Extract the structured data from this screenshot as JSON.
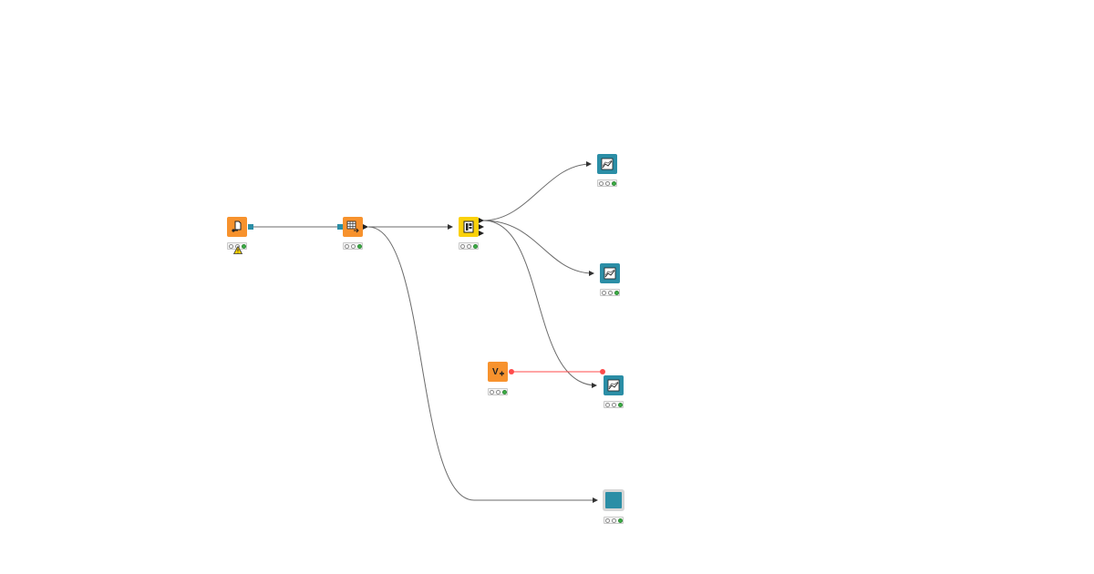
{
  "workflow": {
    "nodes": [
      {
        "id": "node-reader",
        "category": "source",
        "color": "#f7922d",
        "icon": "file-reader-icon",
        "status": "executed",
        "warning": true
      },
      {
        "id": "node-table-manipulator",
        "category": "manipulator",
        "color": "#f7922d",
        "icon": "table-grid-icon",
        "status": "executed",
        "warning": false
      },
      {
        "id": "node-splitter",
        "category": "flow",
        "color": "#fbd10b",
        "icon": "splitter-icon",
        "status": "executed",
        "warning": false
      },
      {
        "id": "node-view-1",
        "category": "view",
        "color": "#2b8ea6",
        "icon": "chart-view-icon",
        "status": "executed",
        "warning": false
      },
      {
        "id": "node-view-2",
        "category": "view",
        "color": "#2b8ea6",
        "icon": "chart-view-icon",
        "status": "executed",
        "warning": false
      },
      {
        "id": "node-variable-creator",
        "category": "variable",
        "color": "#f7922d",
        "icon": "variable-plus-icon",
        "status": "executed",
        "warning": false
      },
      {
        "id": "node-view-3",
        "category": "view",
        "color": "#2b8ea6",
        "icon": "chart-view-icon",
        "status": "executed",
        "warning": false
      },
      {
        "id": "node-component",
        "category": "component",
        "color": "#2b8ea6",
        "icon": "component-icon",
        "status": "executed",
        "warning": false
      }
    ],
    "connection_colors": {
      "data": "#4d4d4d",
      "variable": "#ff4b4b"
    },
    "status_colors": {
      "executed": "#3cae45",
      "idle": "#ffffff"
    }
  }
}
